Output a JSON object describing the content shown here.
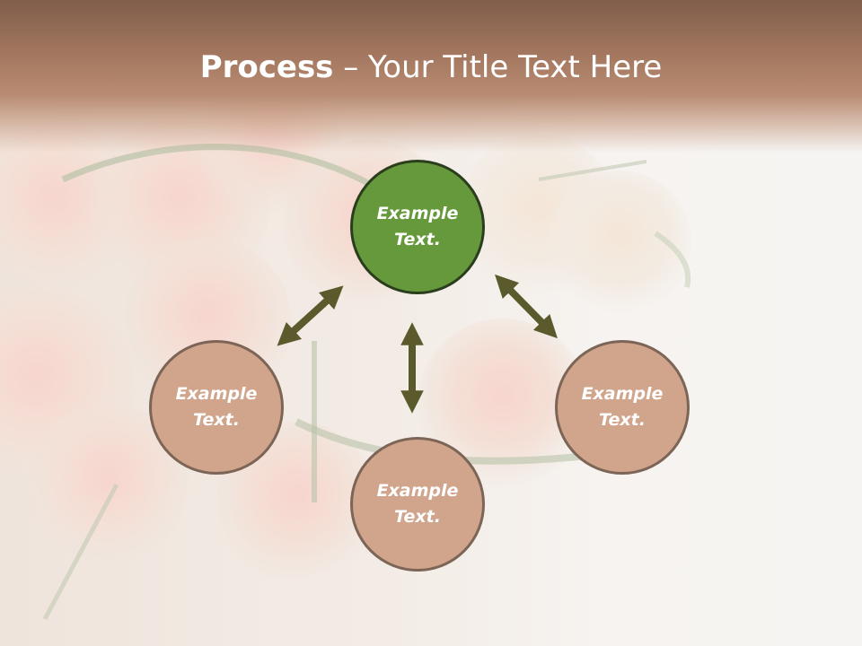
{
  "title": {
    "bold_part": "Process",
    "rest": " – Your Title Text Here"
  },
  "nodes": {
    "center": "Example Text.",
    "left": "Example Text.",
    "bottom": "Example Text.",
    "right": "Example Text."
  },
  "colors": {
    "center_fill": "#66993b",
    "center_border": "#2a3d1c",
    "outer_fill": "#d0a58c",
    "outer_border": "#7c6556",
    "arrow": "#5b5a2c",
    "title_band": "#a3775f",
    "title_text": "#ffffff"
  }
}
